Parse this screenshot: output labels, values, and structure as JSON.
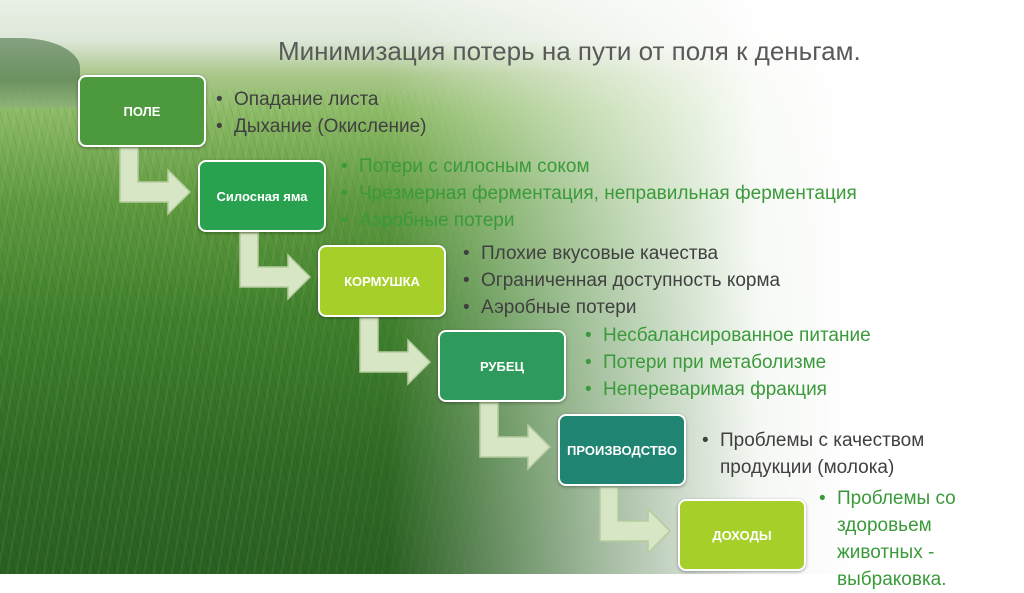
{
  "title": "Минимизация потерь на пути от поля к деньгам.",
  "steps": [
    {
      "label": "ПОЛЕ",
      "color": "#4d9a3e",
      "bullet_color": "dark",
      "bullets": [
        "Опадание листа",
        "Дыхание (Окисление)"
      ]
    },
    {
      "label": "Силосная яма",
      "color": "#29a24f",
      "bullet_color": "green",
      "bullets": [
        "Потери с силосным соком",
        "Чрезмерная ферментация, неправильная ферментация",
        "Аэробные потери"
      ]
    },
    {
      "label": "КОРМУШКА",
      "color": "#a6cf2a",
      "bullet_color": "dark",
      "bullets": [
        "Плохие вкусовые качества",
        "Ограниченная доступность корма",
        "Аэробные потери"
      ]
    },
    {
      "label": "РУБЕЦ",
      "color": "#2e9a5c",
      "bullet_color": "green",
      "bullets": [
        "Несбалансированное питание",
        "Потери при метаболизме",
        "Непереваримая фракция"
      ]
    },
    {
      "label": "ПРОИЗВОДСТВО",
      "color": "#1f8471",
      "bullet_color": "dark",
      "bullets": [
        "Проблемы с качеством продукции (молока)"
      ]
    },
    {
      "label": "ДОХОДЫ",
      "color": "#a6cf2a",
      "bullet_color": "green",
      "bullets": [
        "Проблемы со здоровьем животных - выбраковка."
      ]
    }
  ],
  "colors": {
    "arrow_fill": "#d7e6c4",
    "arrow_stroke": "#b5cc9d",
    "title": "#595959"
  }
}
